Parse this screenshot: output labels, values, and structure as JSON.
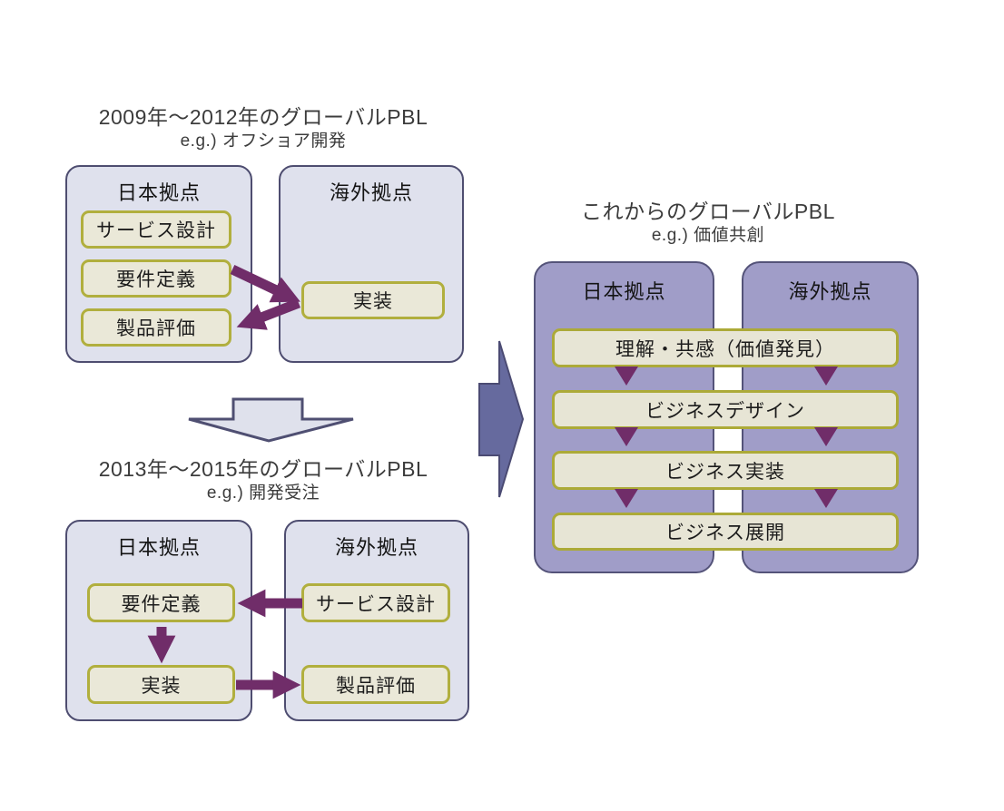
{
  "colors": {
    "background": "#ffffff",
    "outer_box_fill": "#dfe1ed",
    "outer_box_border": "#4e4d70",
    "task_box_fill": "#eae8d8",
    "task_box_border": "#b1af3e",
    "purple_box_fill": "#a09dc8",
    "purple_box_border": "#545379",
    "flow_arrow": "#702d69",
    "transition_arrow_fill": "#dfe1ec",
    "transition_arrow_border": "#4f4f72",
    "big_arrow_fill": "#666a9e",
    "title_text": "#3c3c3c"
  },
  "era1": {
    "title": "2009年〜2012年のグローバルPBL",
    "example": "e.g.) オフショア開発",
    "japan": {
      "header": "日本拠点",
      "items": [
        "サービス設計",
        "要件定義",
        "製品評価"
      ]
    },
    "overseas": {
      "header": "海外拠点",
      "items": [
        "実装"
      ]
    }
  },
  "era2": {
    "title": "2013年〜2015年のグローバルPBL",
    "example": "e.g.) 開発受注",
    "japan": {
      "header": "日本拠点",
      "items": [
        "要件定義",
        "実装"
      ]
    },
    "overseas": {
      "header": "海外拠点",
      "items": [
        "サービス設計",
        "製品評価"
      ]
    }
  },
  "future": {
    "title": "これからのグローバルPBL",
    "example": "e.g.) 価値共創",
    "japan": {
      "header": "日本拠点"
    },
    "overseas": {
      "header": "海外拠点"
    },
    "stages": [
      "理解・共感（価値発見）",
      "ビジネスデザイン",
      "ビジネス実装",
      "ビジネス展開"
    ]
  }
}
